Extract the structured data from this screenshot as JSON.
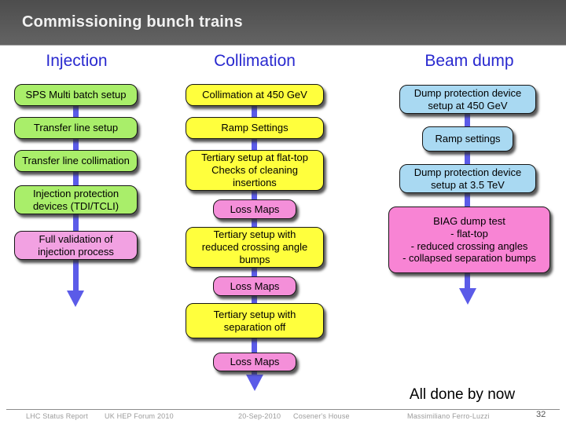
{
  "slide": {
    "title": "Commissioning bunch trains",
    "annotation": "All done by now",
    "page_number": "32"
  },
  "palette": {
    "green": "#a9ee6a",
    "yellow": "#ffff3d",
    "blue": "#a9d9f2",
    "pink_light": "#f2a1e2",
    "pink": "#f48fd9",
    "pink_deep": "#f884d4",
    "arrow": "#5b5be8",
    "header_text": "#2929cf",
    "titlebar": "#5e5e5e"
  },
  "columns": [
    {
      "header": "Injection",
      "boxes": [
        {
          "label": "SPS Multi batch setup",
          "color": "green"
        },
        {
          "label": "Transfer line setup",
          "color": "green"
        },
        {
          "label": "Transfer line collimation",
          "color": "green"
        },
        {
          "label": "Injection protection\ndevices (TDI/TCLI)",
          "color": "green"
        },
        {
          "label": "Full validation of\ninjection process",
          "color": "pink_light"
        }
      ]
    },
    {
      "header": "Collimation",
      "boxes": [
        {
          "label": "Collimation at 450 GeV",
          "color": "yellow"
        },
        {
          "label": "Ramp Settings",
          "color": "yellow"
        },
        {
          "label": "Tertiary setup at flat-top\nChecks of cleaning\ninsertions",
          "color": "yellow"
        },
        {
          "label": "Loss Maps",
          "color": "pink"
        },
        {
          "label": "Tertiary setup with\nreduced crossing angle\nbumps",
          "color": "yellow"
        },
        {
          "label": "Loss Maps",
          "color": "pink"
        },
        {
          "label": "Tertiary setup with\nseparation off",
          "color": "yellow"
        },
        {
          "label": "Loss Maps",
          "color": "pink"
        }
      ]
    },
    {
      "header": "Beam dump",
      "boxes": [
        {
          "label": "Dump protection device\nsetup at 450 GeV",
          "color": "blue"
        },
        {
          "label": "Ramp settings",
          "color": "blue"
        },
        {
          "label": "Dump protection device\nsetup at 3.5 TeV",
          "color": "blue"
        },
        {
          "label": "BIAG dump test\n- flat-top\n- reduced crossing angles\n- collapsed separation bumps",
          "color": "pink_deep"
        }
      ]
    }
  ],
  "footer": {
    "items": [
      "LHC Status Report",
      "UK HEP Forum 2010",
      "20-Sep-2010",
      "Cosener's House",
      "Massimiliano Ferro-Luzzi"
    ]
  }
}
